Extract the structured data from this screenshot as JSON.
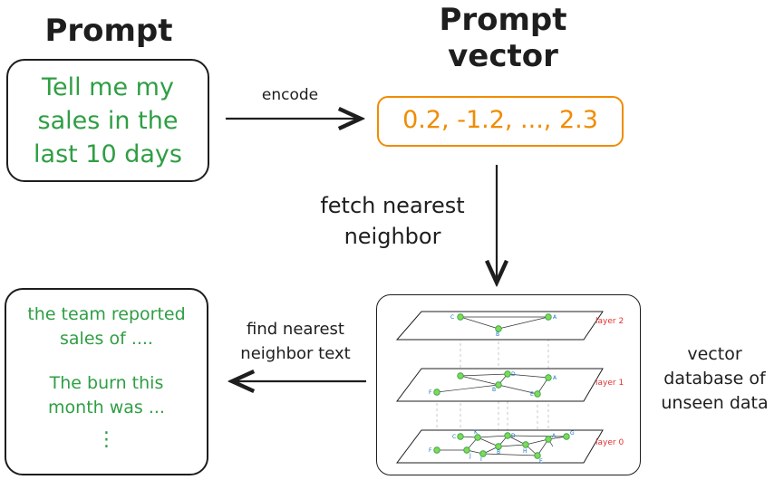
{
  "prompt": {
    "title": "Prompt",
    "lines": [
      "Tell me my",
      "sales in the",
      "last 10 days"
    ]
  },
  "prompt_vector": {
    "title_line1": "Prompt",
    "title_line2": "vector",
    "value": "0.2, -1.2, ..., 2.3"
  },
  "edges": {
    "encode": "encode",
    "fetch_line1": "fetch nearest",
    "fetch_line2": "neighbor",
    "find_line1": "find nearest",
    "find_line2": "neighbor text"
  },
  "vector_db": {
    "line1": "vector",
    "line2": "database of",
    "line3": "unseen data",
    "layers": [
      "layer 2",
      "layer 1",
      "layer 0"
    ],
    "layer2_nodes": [
      "C",
      "B",
      "A"
    ],
    "layer1_nodes": [
      "D",
      "A",
      "B",
      "E",
      "F"
    ],
    "layer0_nodes": [
      "C",
      "K",
      "D",
      "G",
      "A",
      "H",
      "J",
      "I",
      "B",
      "E",
      "F"
    ]
  },
  "results": {
    "item1_line1": "the team reported",
    "item1_line2": "sales of ....",
    "item2_line1": "The burn this",
    "item2_line2": "month was ...",
    "ellipsis": "⋮"
  },
  "colors": {
    "green": "#2f9e44",
    "orange": "#f08c00",
    "red": "#e03131",
    "blue": "#1971c2",
    "stroke": "#1e1e1e"
  }
}
